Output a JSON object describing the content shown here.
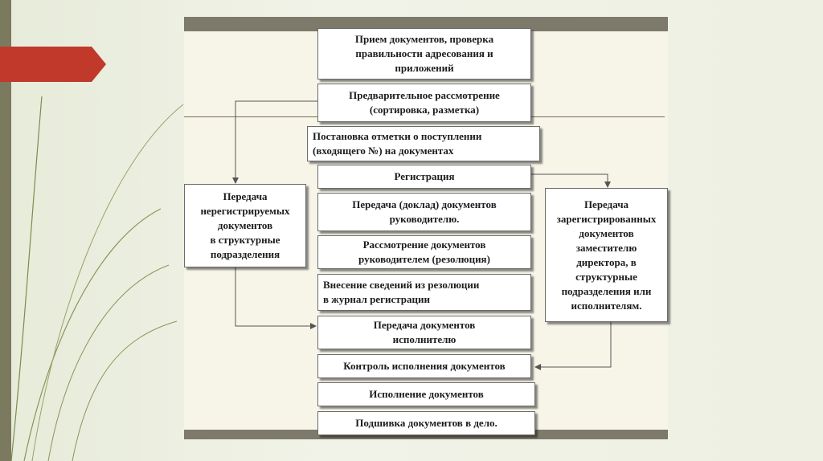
{
  "diagram": {
    "steps": [
      "Прием документов, проверка\nправильности адресования и\nприложений",
      "Предварительное рассмотрение\n(сортировка, разметка)",
      "Постановка отметки о поступлении\n(входящего №) на документах",
      "Регистрация",
      "Передача (доклад) документов\nруководителю.",
      "Рассмотрение документов\nруководителем  (резолюция)",
      "Внесение  сведений из резолюции\nв журнал регистрации",
      "Передача документов\nисполнителю",
      "Контроль исполнения документов",
      "Исполнение документов",
      "Подшивка документов в дело."
    ],
    "left_box": "Передача\nнерегистрируемых\nдокументов\nв  структурные\nподразделения",
    "right_box": "Передача\nзарегистрированных\nдокументов\nзаместителю\nдиректора, в\nструктурные\nподразделения     или\nисполнителям."
  },
  "colors": {
    "accent_arrow": "#c0392b",
    "panel_bar": "#7e7a6b",
    "left_bar": "#7b7a5f"
  }
}
